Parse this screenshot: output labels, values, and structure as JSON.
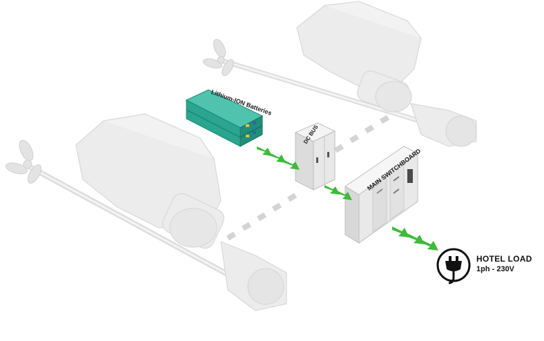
{
  "labels": {
    "batteries": "Lithium-ION Batteries",
    "dc_bus": "DC BUS",
    "main_switchboard": "MAIN SWITCHBOARD"
  },
  "hotel_load": {
    "title": "HOTEL LOAD",
    "spec": "1ph - 230V"
  },
  "colors": {
    "battery": "#2aa58f",
    "arrow_active": "#3dbb3a",
    "link_inactive": "#d4d4d4",
    "machinery": "#e9e9e9"
  },
  "icons": {
    "hotel_load": "power-plug-icon"
  }
}
